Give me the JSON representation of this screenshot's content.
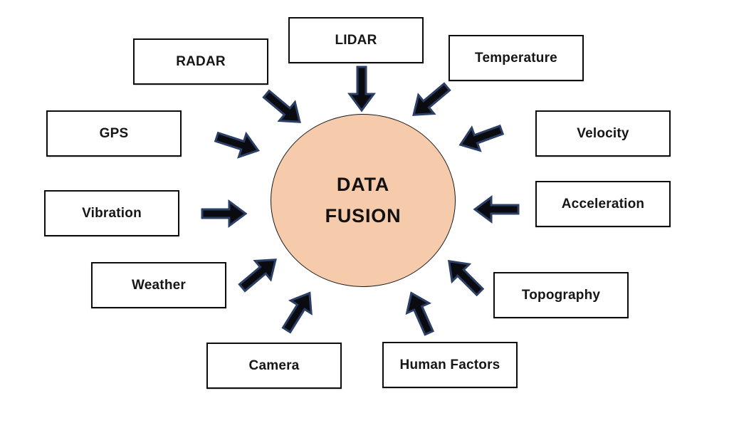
{
  "diagram": {
    "title": "Data fusion sensor inputs diagram",
    "center": {
      "line1": "DATA",
      "line2": "FUSION"
    },
    "nodes": [
      {
        "label": "LIDAR"
      },
      {
        "label": "RADAR"
      },
      {
        "label": "Temperature"
      },
      {
        "label": "GPS"
      },
      {
        "label": "Velocity"
      },
      {
        "label": "Vibration"
      },
      {
        "label": "Acceleration"
      },
      {
        "label": "Weather"
      },
      {
        "label": "Topography"
      },
      {
        "label": "Camera"
      },
      {
        "label": "Human Factors"
      }
    ],
    "arrows": [
      {
        "from": "RADAR",
        "direction": "down-right"
      },
      {
        "from": "LIDAR",
        "direction": "down"
      },
      {
        "from": "Temperature",
        "direction": "down-left"
      },
      {
        "from": "GPS",
        "direction": "right-down"
      },
      {
        "from": "Velocity",
        "direction": "left-down"
      },
      {
        "from": "Vibration",
        "direction": "right"
      },
      {
        "from": "Acceleration",
        "direction": "left"
      },
      {
        "from": "Weather",
        "direction": "up-right"
      },
      {
        "from": "Topography",
        "direction": "up-left"
      },
      {
        "from": "Camera",
        "direction": "up-right-steep"
      },
      {
        "from": "Human Factors",
        "direction": "up-left-steep"
      }
    ],
    "colors": {
      "background": "#ffffff",
      "circle_fill": "#F6CBAC",
      "circle_stroke": "#1a1a1a",
      "box_fill": "#ffffff",
      "box_border": "#0d0d0d",
      "arrow_fill": "#0a0b10",
      "arrow_stroke": "#2c3f66",
      "text": "#161616"
    }
  }
}
